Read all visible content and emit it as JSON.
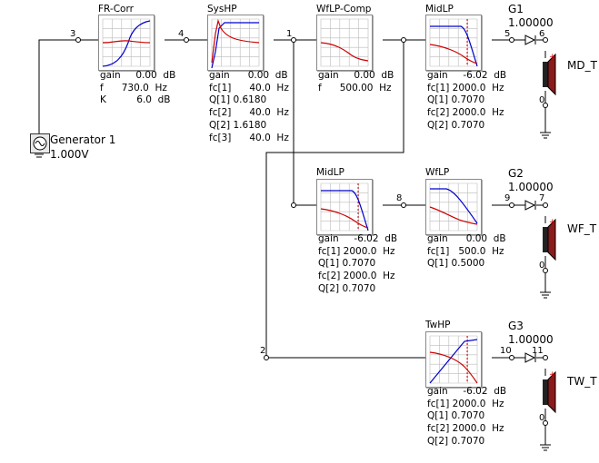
{
  "generator": {
    "title": "Generator 1",
    "value": "1.000V"
  },
  "nodes": {
    "n1": "1",
    "n2": "2",
    "n3": "3",
    "n4": "4",
    "n5": "5",
    "n6": "6",
    "n7": "7",
    "n8": "8",
    "n9": "9",
    "n10": "10",
    "n11": "11",
    "g1": "0",
    "g2": "0",
    "g3": "0"
  },
  "blocks": {
    "frcorr": {
      "title": "FR-Corr",
      "params": "gain     0.00  dB\nf      730.0  Hz\nK          6.0  dB"
    },
    "syshp": {
      "title": "SysHP",
      "params": "gain      0.00  dB\nfc[1]      40.0  Hz\nQ[1] 0.6180\nfc[2]      40.0  Hz\nQ[2] 1.6180\nfc[3]      40.0  Hz"
    },
    "wflpcomp": {
      "title": "WfLP-Comp",
      "params": "gain     0.00  dB\nf      500.00  Hz"
    },
    "midlp1": {
      "title": "MidLP",
      "params": "gain     -6.02  dB\nfc[1] 2000.0  Hz\nQ[1] 0.7070\nfc[2] 2000.0  Hz\nQ[2] 0.7070"
    },
    "midlp2": {
      "title": "MidLP",
      "params": "gain     -6.02  dB\nfc[1] 2000.0  Hz\nQ[1] 0.7070\nfc[2] 2000.0  Hz\nQ[2] 0.7070"
    },
    "wflp": {
      "title": "WfLP",
      "params": "gain      0.00  dB\nfc[1]   500.0  Hz\nQ[1] 0.5000"
    },
    "twhp": {
      "title": "TwHP",
      "params": "gain     -6.02  dB\nfc[1] 2000.0  Hz\nQ[1] 0.7070\nfc[2] 2000.0  Hz\nQ[2] 0.7070"
    }
  },
  "gains": {
    "g1": {
      "name": "G1",
      "value": "1.00000"
    },
    "g2": {
      "name": "G2",
      "value": "1.00000"
    },
    "g3": {
      "name": "G3",
      "value": "1.00000"
    }
  },
  "speakers": {
    "md": "MD_T",
    "wf": "WF_T",
    "tw": "TW_T"
  },
  "colors": {
    "magnitude": "#0000cc",
    "phase": "#cc0000",
    "grid": "#bbbbbb",
    "wire": "#000000"
  }
}
